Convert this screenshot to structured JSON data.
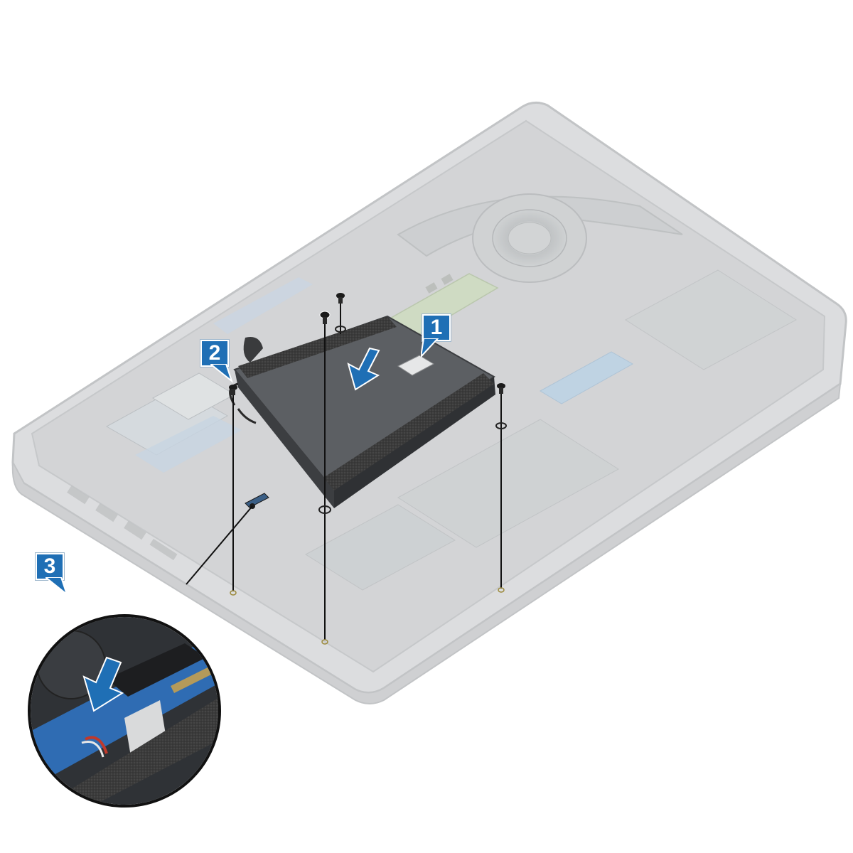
{
  "figure": {
    "subject": "Hard drive installation into laptop base",
    "colors": {
      "callout_blue": "#1f6fb5",
      "chassis_gray": "#d9dadb",
      "chassis_edge": "#c4c6c8",
      "drive_body": "#5a5d60",
      "foam": "#3a3a3a",
      "arrow_blue": "#1f6fb5",
      "board_blue": "#9bbbd6",
      "memory_green": "#c9dcb0"
    }
  },
  "callouts": [
    {
      "id": 1,
      "label": "1",
      "target": "hard-drive-assembly"
    },
    {
      "id": 2,
      "label": "2",
      "target": "hard-drive-screw"
    },
    {
      "id": 3,
      "label": "3",
      "target": "hard-drive-cable-connector"
    }
  ],
  "screws": [
    {
      "name": "screw-top",
      "count": 1
    },
    {
      "name": "screw-left",
      "count": 1
    },
    {
      "name": "screw-front",
      "count": 1
    },
    {
      "name": "screw-right",
      "count": 1
    }
  ],
  "inset": {
    "label": "3",
    "description": "Magnified view of cable connector with downward arrow"
  }
}
